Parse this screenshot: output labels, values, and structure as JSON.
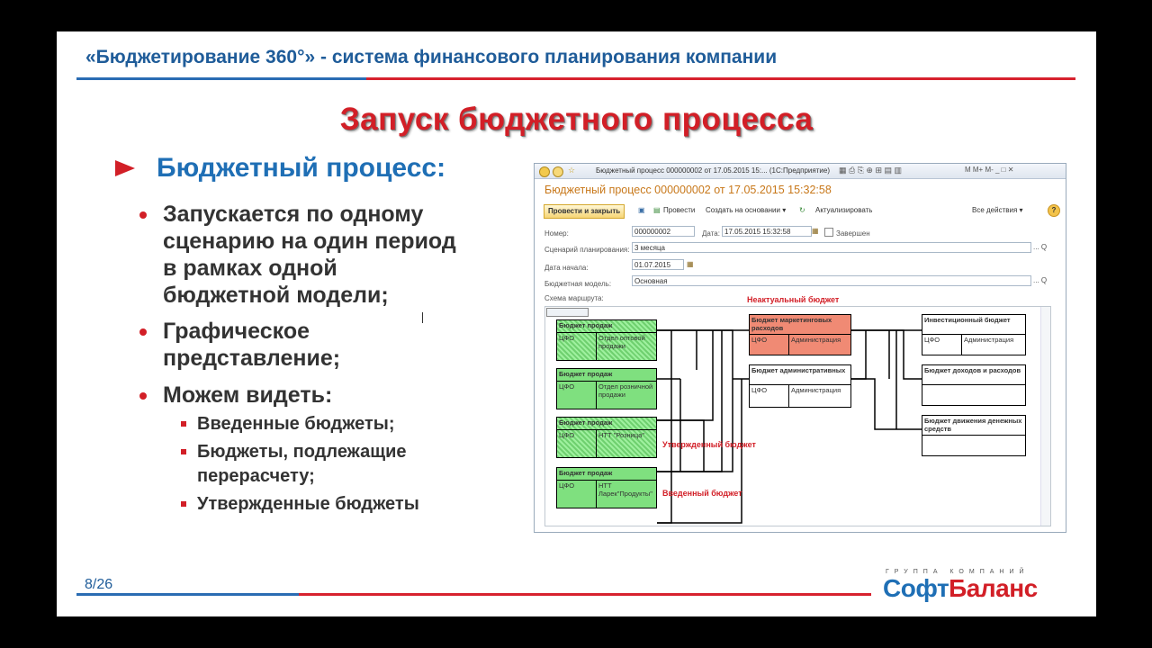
{
  "header": {
    "title": "«Бюджетирование 360°» - система финансового планирования компании"
  },
  "slide_title": "Запуск бюджетного процесса",
  "level1": "Бюджетный процесс:",
  "bullets": [
    {
      "text": "Запускается по одному сценарию на один период в рамках одной бюджетной модели;"
    },
    {
      "text": "Графическое представление;"
    },
    {
      "text": "Можем видеть:"
    }
  ],
  "sub_bullets": [
    "Введенные бюджеты;",
    "Бюджеты, подлежащие перерасчету;",
    "Утвержденные бюджеты"
  ],
  "footer": {
    "page": "8/26",
    "brand_top": "ГРУППА КОМПАНИЙ",
    "brand_a": "Софт",
    "brand_b": "Баланс"
  },
  "window": {
    "title": "Бюджетный процесс 000000002 от 17.05.2015 15:... (1С:Предприятие)",
    "controls": "M  M+  M-  _  □  ✕",
    "doc_heading": "Бюджетный процесс 000000002 от 17.05.2015 15:32:58",
    "toolbar": {
      "post_close": "Провести и закрыть",
      "post": "Провести",
      "create_based": "Создать на основании ▾",
      "update": "Актуализировать",
      "all_actions": "Все действия ▾",
      "help": "?"
    },
    "fields": {
      "number_label": "Номер:",
      "number_value": "000000002",
      "date_label": "Дата:",
      "date_value": "17.05.2015 15:32:58",
      "completed_label": "Завершен",
      "scenario_label": "Сценарий планирования:",
      "scenario_value": "3 месяца",
      "start_label": "Дата начала:",
      "start_value": "01.07.2015",
      "model_label": "Бюджетная модель:",
      "model_value": "Основная",
      "scheme_label": "Схема маршрута:",
      "select_btn": "... Q"
    },
    "nodes": {
      "n1": {
        "title": "Бюджет продаж",
        "c1": "ЦФО",
        "c2": "Отдел оптовой продажи"
      },
      "n2": {
        "title": "Бюджет продаж",
        "c1": "ЦФО",
        "c2": "Отдел розничной продажи"
      },
      "n3": {
        "title": "Бюджет продаж",
        "c1": "ЦФО",
        "c2": "НТТ \"Розница\""
      },
      "n4": {
        "title": "Бюджет продаж",
        "c1": "ЦФО",
        "c2": "НТТ Ларек\"Продукты\""
      },
      "n5": {
        "title": "Бюджет маркетинговых расходов",
        "c1": "ЦФО",
        "c2": "Администрация"
      },
      "n6": {
        "title": "Бюджет административных",
        "c1": "ЦФО",
        "c2": "Администрация"
      },
      "n7": {
        "title": "Инвестиционный бюджет",
        "c1": "ЦФО",
        "c2": "Администрация"
      },
      "n8": {
        "title": "Бюджет доходов и расходов",
        "c1": "",
        "c2": ""
      },
      "n9": {
        "title": "Бюджет движения денежных средств",
        "c1": "",
        "c2": ""
      }
    },
    "labels": {
      "irrelevant": "Неактуальный бюджет",
      "approved": "Утвержденный бюджет",
      "entered": "Введенный бюджет"
    }
  }
}
